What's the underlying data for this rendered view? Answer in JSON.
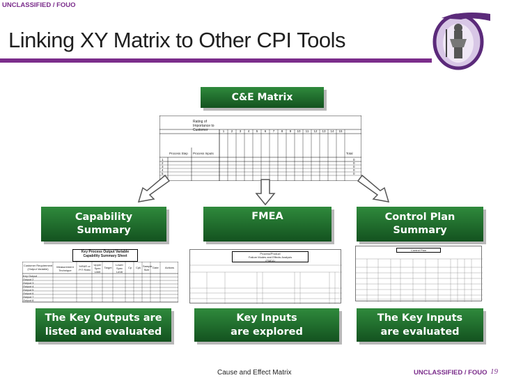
{
  "classification_top": "UNCLASSIFIED / FOUO",
  "title": "Linking XY Matrix to Other CPI Tools",
  "boxes": {
    "ce_matrix": "C&E Matrix",
    "capability": [
      "Capability",
      "Summary"
    ],
    "fmea": "FMEA",
    "control_plan": [
      "Control Plan",
      "Summary"
    ],
    "key_outputs": [
      "The Key Outputs are",
      "listed and evaluated"
    ],
    "key_inputs_explored": [
      "Key Inputs",
      "are explored"
    ],
    "key_inputs_evaluated": [
      "The Key Inputs",
      "are evaluated"
    ]
  },
  "ce_sheet": {
    "rating_label": "Rating of Importance to Customer",
    "columns": [
      "1",
      "2",
      "3",
      "4",
      "5",
      "6",
      "7",
      "8",
      "9",
      "10",
      "11",
      "12",
      "13",
      "14",
      "15"
    ],
    "process_step": "Process Step",
    "process_inputs": "Process Inputs",
    "total": "Total",
    "row_numbers": [
      "1",
      "2",
      "3",
      "4",
      "5"
    ],
    "row_totals": [
      "0",
      "0",
      "0",
      "0",
      "0"
    ]
  },
  "capability_sheet": {
    "title_line1": "Key Process Output Variable",
    "title_line2": "Capability Summary Sheet",
    "headers": [
      "Customer Requirement (Output Variable)",
      "Measurement Technique",
      "%R&R or P/T Ratio",
      "Upper Spec Limit",
      "Target",
      "Lower Spec Limit",
      "Cp",
      "Cpk",
      "Sample Size",
      "Date",
      "Actions"
    ],
    "rows": [
      "Key Output",
      "Output 2",
      "Output 3",
      "Output 4",
      "Output 5",
      "Output 6",
      "Output 7",
      "Output 8"
    ]
  },
  "fmea_sheet": {
    "title_line1": "Process/Product",
    "title_line2": "Failure Modes and Effects Analysis",
    "title_line3": "(FMEA)"
  },
  "control_sheet": {
    "title": "Control Plan"
  },
  "footer": {
    "center": "Cause and Effect Matrix",
    "classification": "UNCLASSIFIED / FOUO",
    "page": "19"
  },
  "colors": {
    "accent": "#7b2d8b",
    "green_top": "#2f8a3c",
    "green_bottom": "#13521f"
  }
}
